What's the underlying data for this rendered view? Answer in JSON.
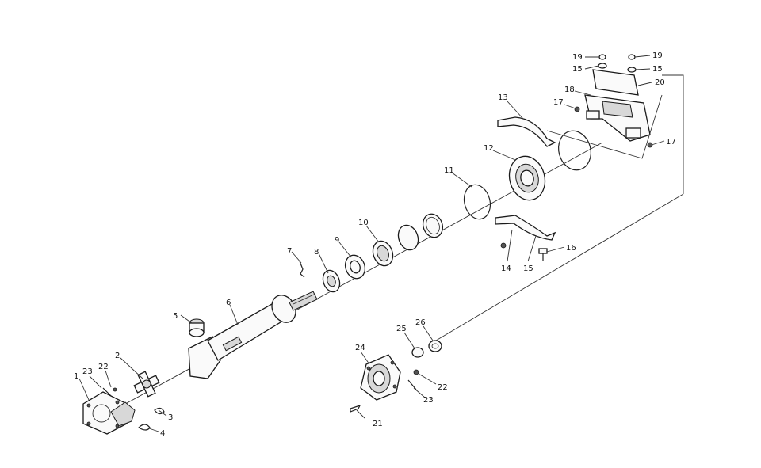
{
  "labels": {
    "l1": "1",
    "l2": "2",
    "l3": "3",
    "l4": "4",
    "l5": "5",
    "l6": "6",
    "l7": "7",
    "l8": "8",
    "l9": "9",
    "l10": "10",
    "l11": "11",
    "l12": "12",
    "l13": "13",
    "l14": "14",
    "l15a": "15",
    "l15b": "15",
    "l15c": "15",
    "l16": "16",
    "l17a": "17",
    "l17b": "17",
    "l18": "18",
    "l19a": "19",
    "l19b": "19",
    "l20": "20",
    "l21": "21",
    "l22a": "22",
    "l22b": "22",
    "l23a": "23",
    "l23b": "23",
    "l24": "24",
    "l25": "25",
    "l26": "26"
  }
}
